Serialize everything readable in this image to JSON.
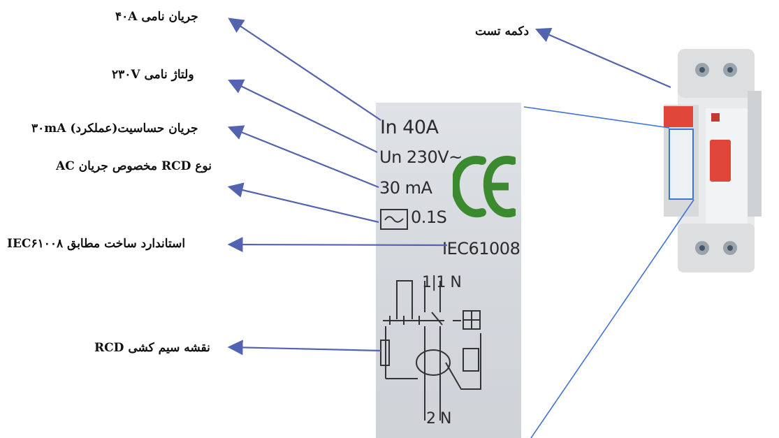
{
  "labels": {
    "rated_current": "جریان نامی ۴۰A",
    "rated_voltage": "ولتاژ نامی ۲۳۰V",
    "sensitivity": "جریان حساسیت(عملکرد) ۳۰mA",
    "rcd_type": "نوع RCD مخصوص جریان AC",
    "standard": "استاندارد ساخت مطابق IEC۶۱۰۰۸",
    "wiring": "نقشه سیم کشی RCD",
    "test_button": "دکمه تست"
  },
  "panel": {
    "current": "In 40A",
    "voltage": "Un 230V~",
    "sensitivity": "30 mA",
    "time": "0.1S",
    "ce": "CE",
    "standard": "IEC61008",
    "wiring_in": "1|1 N",
    "wiring_out": "2 N"
  },
  "colors": {
    "arrow": "#5363b0",
    "panel_bg": "#d8dce0",
    "ce_green": "#3c8a2f",
    "leader_line": "#3f73d6",
    "switch_red": "#e0453a"
  }
}
